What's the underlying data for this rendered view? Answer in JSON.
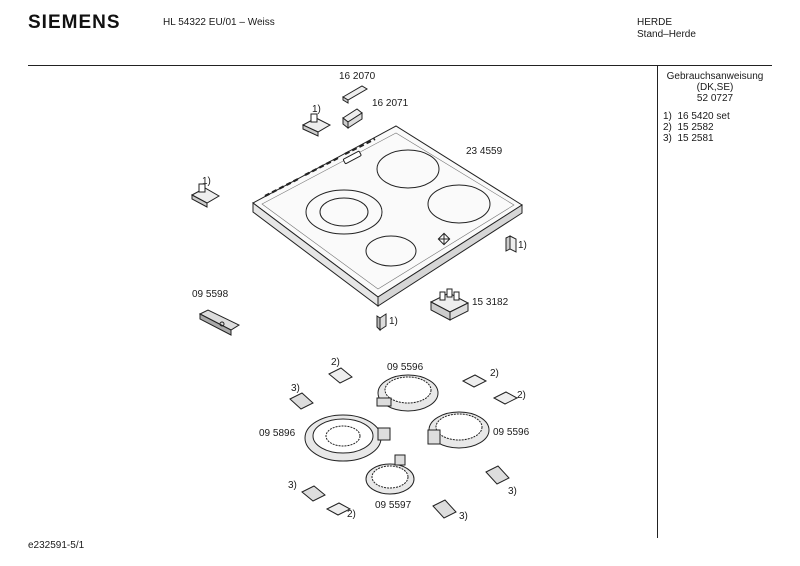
{
  "header": {
    "brand": "SIEMENS",
    "model": "HL 54322 EU/01 – Weiss",
    "category": "HERDE",
    "subcategory": "Stand–Herde"
  },
  "side_panel": {
    "manual_title": "Gebrauchsanweisung",
    "manual_lang": "(DK,SE)",
    "manual_number": "52 0727",
    "notes": [
      {
        "key": "1)",
        "value": "16 5420 set"
      },
      {
        "key": "2)",
        "value": "15 2582"
      },
      {
        "key": "3)",
        "value": "15 2581"
      }
    ]
  },
  "diagram": {
    "labels": {
      "part_162070": "16 2070",
      "part_162071": "16 2071",
      "part_234559": "23 4559",
      "part_095598": "09 5598",
      "part_153182": "15 3182",
      "part_095596_a": "09 5596",
      "part_095596_b": "09 5596",
      "part_095896": "09 5896",
      "part_095597": "09 5597"
    },
    "ref_marks": {
      "one": "1)",
      "two": "2)",
      "three": "3)"
    }
  },
  "footer": {
    "doc_id": "e232591-5/1"
  }
}
